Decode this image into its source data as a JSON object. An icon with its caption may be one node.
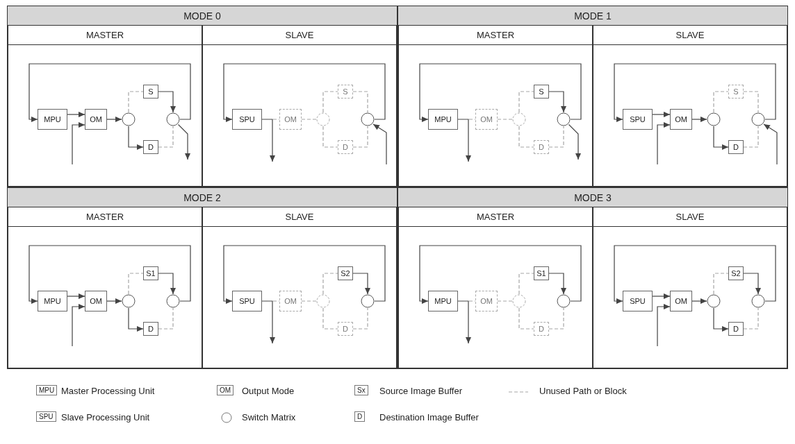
{
  "diagram": {
    "nodes": [
      {
        "text": [
          "MODE 0"
        ]
      },
      {
        "text": [
          "MASTER"
        ],
        "in": 0
      },
      {
        "text": [
          "MPU"
        ],
        "in": 1
      },
      {
        "text": [
          "OM"
        ],
        "in": 1
      },
      {
        "text": [],
        "shape": "circle",
        "in": 1
      },
      {
        "text": [
          "S"
        ],
        "in": 1
      },
      {
        "text": [
          "D"
        ],
        "in": 1
      },
      {
        "text": [],
        "shape": "circle",
        "in": 1
      },
      {
        "text": [
          "SLAVE"
        ],
        "in": 0
      },
      {
        "text": [
          "SPU"
        ],
        "in": 8
      },
      {
        "text": [
          "OM"
        ],
        "in": 8
      },
      {
        "text": [],
        "shape": "circle",
        "in": 8
      },
      {
        "text": [
          "S"
        ],
        "in": 8
      },
      {
        "text": [
          "D"
        ],
        "in": 8
      },
      {
        "text": [],
        "shape": "circle",
        "in": 8
      },
      {
        "text": [
          "MODE 1"
        ]
      },
      {
        "text": [
          "MASTER"
        ],
        "in": 15
      },
      {
        "text": [
          "MPU"
        ],
        "in": 16
      },
      {
        "text": [
          "OM"
        ],
        "in": 16
      },
      {
        "text": [],
        "shape": "circle",
        "in": 16
      },
      {
        "text": [
          "S"
        ],
        "in": 16
      },
      {
        "text": [
          "D"
        ],
        "in": 16
      },
      {
        "text": [],
        "shape": "circle",
        "in": 16
      },
      {
        "text": [
          "SLAVE"
        ],
        "in": 15
      },
      {
        "text": [
          "SPU"
        ],
        "in": 23
      },
      {
        "text": [
          "OM"
        ],
        "in": 23
      },
      {
        "text": [],
        "shape": "circle",
        "in": 23
      },
      {
        "text": [
          "S"
        ],
        "in": 23
      },
      {
        "text": [
          "D"
        ],
        "in": 23
      },
      {
        "text": [],
        "shape": "circle",
        "in": 23
      },
      {
        "text": [
          "MODE 2"
        ]
      },
      {
        "text": [
          "MASTER"
        ],
        "in": 30
      },
      {
        "text": [
          "MPU"
        ],
        "in": 31
      },
      {
        "text": [
          "OM"
        ],
        "in": 31
      },
      {
        "text": [],
        "shape": "circle",
        "in": 31
      },
      {
        "text": [
          "S1"
        ],
        "in": 31
      },
      {
        "text": [
          "D"
        ],
        "in": 31
      },
      {
        "text": [],
        "shape": "circle",
        "in": 31
      },
      {
        "text": [
          "SLAVE"
        ],
        "in": 30
      },
      {
        "text": [
          "SPU"
        ],
        "in": 38
      },
      {
        "text": [
          "OM"
        ],
        "in": 38
      },
      {
        "text": [],
        "shape": "circle",
        "in": 38
      },
      {
        "text": [
          "S2"
        ],
        "in": 38
      },
      {
        "text": [
          "D"
        ],
        "in": 38
      },
      {
        "text": [],
        "shape": "circle",
        "in": 38
      },
      {
        "text": [
          "MODE 3"
        ]
      },
      {
        "text": [
          "MASTER"
        ],
        "in": 45
      },
      {
        "text": [
          "MPU"
        ],
        "in": 46
      },
      {
        "text": [
          "OM"
        ],
        "in": 46
      },
      {
        "text": [],
        "shape": "circle",
        "in": 46
      },
      {
        "text": [
          "S1"
        ],
        "in": 46
      },
      {
        "text": [
          "D"
        ],
        "in": 46
      },
      {
        "text": [],
        "shape": "circle",
        "in": 46
      },
      {
        "text": [
          "SLAVE"
        ],
        "in": 45
      },
      {
        "text": [
          "SPU"
        ],
        "in": 53
      },
      {
        "text": [
          "OM"
        ],
        "in": 53
      },
      {
        "text": [],
        "shape": "circle",
        "in": 53
      },
      {
        "text": [
          "S2"
        ],
        "in": 53
      },
      {
        "text": [
          "D"
        ],
        "in": 53
      },
      {
        "text": [],
        "shape": "circle",
        "in": 53
      }
    ],
    "edges": [
      {
        "from": 7,
        "to": 2,
        "arrow": "to"
      },
      {
        "from": 2,
        "to": 3,
        "arrow": "to"
      },
      {
        "from": null,
        "to": 3,
        "arrow": "to"
      },
      {
        "from": 3,
        "to": 4,
        "arrow": "to"
      },
      {
        "from": 4,
        "to": 5,
        "arrow": "none",
        "style": "dashed",
        "color": "#a6a6a6"
      },
      {
        "from": 4,
        "to": 6,
        "arrow": "to"
      },
      {
        "from": 5,
        "to": 7,
        "arrow": "to"
      },
      {
        "from": 6,
        "to": 7,
        "arrow": "none",
        "style": "dashed",
        "color": "#a6a6a6"
      },
      {
        "from": 7,
        "to": null,
        "arrow": "to"
      },
      {
        "from": 14,
        "to": 9,
        "arrow": "to"
      },
      {
        "from": 9,
        "to": null,
        "arrow": "to"
      },
      {
        "from": 9,
        "to": 10,
        "arrow": "none",
        "style": "dashed",
        "color": "#a6a6a6"
      },
      {
        "from": 10,
        "to": 11,
        "arrow": "none",
        "style": "dashed",
        "color": "#a6a6a6"
      },
      {
        "from": 11,
        "to": 12,
        "arrow": "none",
        "style": "dashed",
        "color": "#a6a6a6"
      },
      {
        "from": 11,
        "to": 13,
        "arrow": "none",
        "style": "dashed",
        "color": "#a6a6a6"
      },
      {
        "from": 12,
        "to": 14,
        "arrow": "none",
        "style": "dashed",
        "color": "#a6a6a6"
      },
      {
        "from": 13,
        "to": 14,
        "arrow": "none",
        "style": "dashed",
        "color": "#a6a6a6"
      },
      {
        "from": null,
        "to": 14,
        "arrow": "to"
      },
      {
        "from": 22,
        "to": 17,
        "arrow": "to"
      },
      {
        "from": 17,
        "to": null,
        "arrow": "to"
      },
      {
        "from": 17,
        "to": 18,
        "arrow": "none",
        "style": "dashed",
        "color": "#a6a6a6"
      },
      {
        "from": 18,
        "to": 19,
        "arrow": "none",
        "style": "dashed",
        "color": "#a6a6a6"
      },
      {
        "from": 19,
        "to": 20,
        "arrow": "none",
        "style": "dashed",
        "color": "#a6a6a6"
      },
      {
        "from": 19,
        "to": 21,
        "arrow": "none",
        "style": "dashed",
        "color": "#a6a6a6"
      },
      {
        "from": 20,
        "to": 22,
        "arrow": "to"
      },
      {
        "from": 21,
        "to": 22,
        "arrow": "none",
        "style": "dashed",
        "color": "#a6a6a6"
      },
      {
        "from": 22,
        "to": null,
        "arrow": "to"
      },
      {
        "from": 29,
        "to": 24,
        "arrow": "to"
      },
      {
        "from": 24,
        "to": 25,
        "arrow": "to"
      },
      {
        "from": null,
        "to": 25,
        "arrow": "to"
      },
      {
        "from": 25,
        "to": 26,
        "arrow": "to"
      },
      {
        "from": 26,
        "to": 27,
        "arrow": "none",
        "style": "dashed",
        "color": "#a6a6a6"
      },
      {
        "from": 26,
        "to": 28,
        "arrow": "to"
      },
      {
        "from": 27,
        "to": 29,
        "arrow": "none",
        "style": "dashed",
        "color": "#a6a6a6"
      },
      {
        "from": 28,
        "to": 29,
        "arrow": "none",
        "style": "dashed",
        "color": "#a6a6a6"
      },
      {
        "from": null,
        "to": 29,
        "arrow": "to"
      },
      {
        "from": 37,
        "to": 32,
        "arrow": "to"
      },
      {
        "from": 32,
        "to": 33,
        "arrow": "to"
      },
      {
        "from": null,
        "to": 33,
        "arrow": "to"
      },
      {
        "from": 33,
        "to": 34,
        "arrow": "to"
      },
      {
        "from": 34,
        "to": 35,
        "arrow": "none",
        "style": "dashed",
        "color": "#a6a6a6"
      },
      {
        "from": 34,
        "to": 36,
        "arrow": "to"
      },
      {
        "from": 35,
        "to": 37,
        "arrow": "to"
      },
      {
        "from": 36,
        "to": 37,
        "arrow": "none",
        "style": "dashed",
        "color": "#a6a6a6"
      },
      {
        "from": 44,
        "to": 39,
        "arrow": "to"
      },
      {
        "from": 39,
        "to": null,
        "arrow": "to"
      },
      {
        "from": 39,
        "to": 40,
        "arrow": "none",
        "style": "dashed",
        "color": "#a6a6a6"
      },
      {
        "from": 40,
        "to": 41,
        "arrow": "none",
        "style": "dashed",
        "color": "#a6a6a6"
      },
      {
        "from": 41,
        "to": 42,
        "arrow": "none",
        "style": "dashed",
        "color": "#a6a6a6"
      },
      {
        "from": 41,
        "to": 43,
        "arrow": "none",
        "style": "dashed",
        "color": "#a6a6a6"
      },
      {
        "from": 42,
        "to": 44,
        "arrow": "to"
      },
      {
        "from": 43,
        "to": 44,
        "arrow": "none",
        "style": "dashed",
        "color": "#a6a6a6"
      },
      {
        "from": 52,
        "to": 47,
        "arrow": "to"
      },
      {
        "from": 47,
        "to": null,
        "arrow": "to"
      },
      {
        "from": 47,
        "to": 48,
        "arrow": "none",
        "style": "dashed",
        "color": "#a6a6a6"
      },
      {
        "from": 48,
        "to": 49,
        "arrow": "none",
        "style": "dashed",
        "color": "#a6a6a6"
      },
      {
        "from": 49,
        "to": 50,
        "arrow": "none",
        "style": "dashed",
        "color": "#a6a6a6"
      },
      {
        "from": 49,
        "to": 51,
        "arrow": "none",
        "style": "dashed",
        "color": "#a6a6a6"
      },
      {
        "from": 50,
        "to": 52,
        "arrow": "to"
      },
      {
        "from": 51,
        "to": 52,
        "arrow": "none",
        "style": "dashed",
        "color": "#a6a6a6"
      },
      {
        "from": 59,
        "to": 54,
        "arrow": "to"
      },
      {
        "from": 54,
        "to": 55,
        "arrow": "to"
      },
      {
        "from": null,
        "to": 55,
        "arrow": "to"
      },
      {
        "from": 55,
        "to": 56,
        "arrow": "to"
      },
      {
        "from": 56,
        "to": 57,
        "arrow": "none",
        "style": "dashed",
        "color": "#a6a6a6"
      },
      {
        "from": 56,
        "to": 58,
        "arrow": "to"
      },
      {
        "from": 57,
        "to": 59,
        "arrow": "to"
      },
      {
        "from": 58,
        "to": 59,
        "arrow": "none",
        "style": "dashed",
        "color": "#a6a6a6"
      }
    ],
    "labels": [
      "MPU",
      "OM",
      "Sx",
      "SPU",
      "D"
    ],
    "legend": [
      {
        "text": "Master Processing Unit"
      },
      {
        "text": "Output Mode"
      },
      {
        "text": "Source Image Buffer"
      },
      {
        "text": "Unused Path or Block"
      },
      {
        "text": "Slave Processing Unit"
      },
      {
        "text": "Switch Matrix"
      },
      {
        "text": "Destination Image Buffer"
      }
    ]
  }
}
